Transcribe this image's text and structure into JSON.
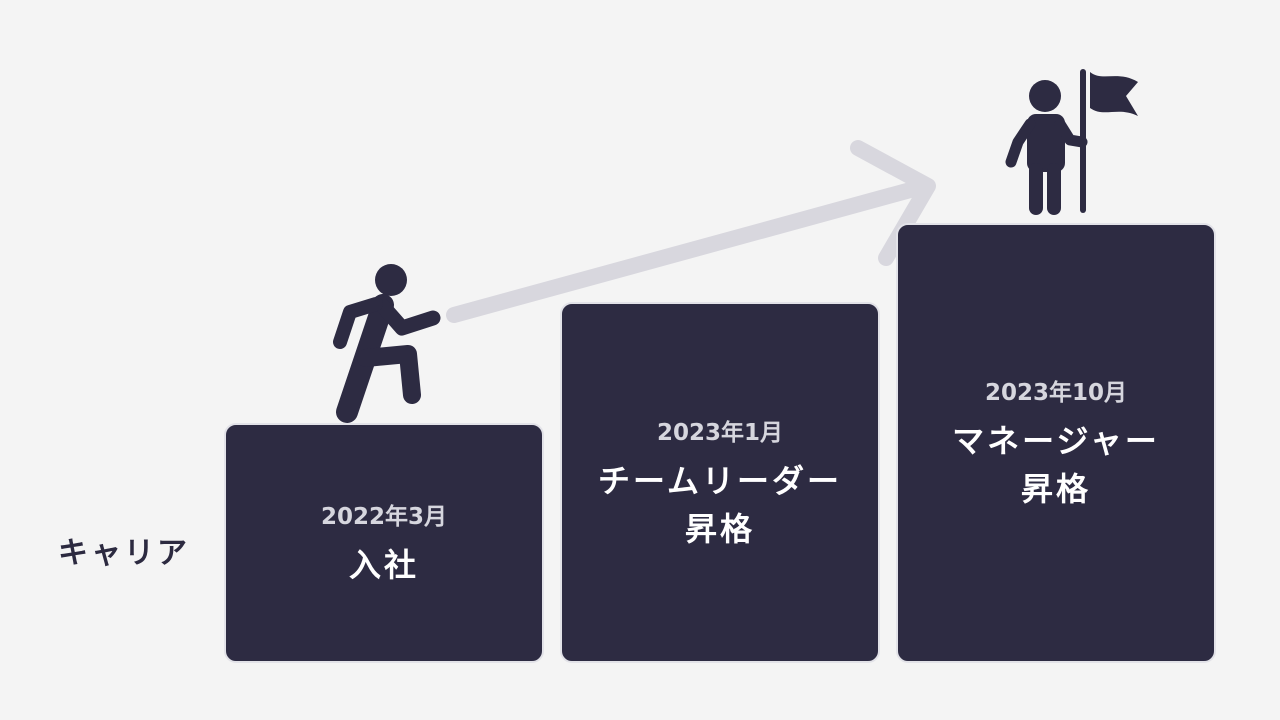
{
  "row_label": "キャリア",
  "steps": [
    {
      "date": "2022年3月",
      "title_lines": [
        "入社"
      ]
    },
    {
      "date": "2023年1月",
      "title_lines": [
        "チームリーダー",
        "昇格"
      ]
    },
    {
      "date": "2023年10月",
      "title_lines": [
        "マネージャー",
        "昇格"
      ]
    }
  ],
  "colors": {
    "background": "#f4f4f4",
    "block": "#2d2b42",
    "arrow": "#d8d7de",
    "icon": "#2d2b42"
  }
}
